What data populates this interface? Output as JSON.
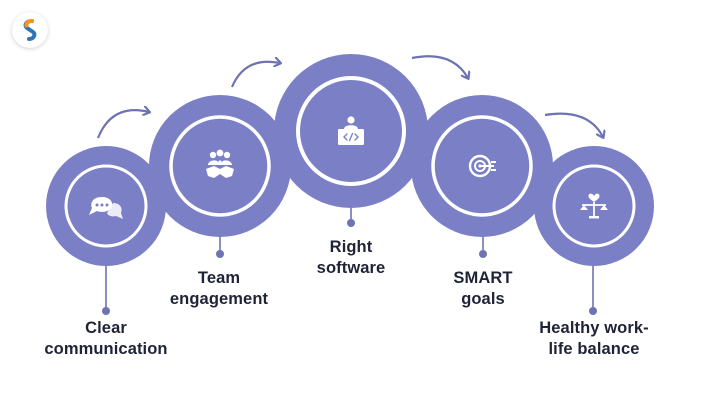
{
  "colors": {
    "circle": "#7b80c6",
    "ring": "#ffffff",
    "icon": "#7b80c6",
    "arrow": "#6e73b3",
    "text": "#1f2336",
    "logo_orange": "#f7941d",
    "logo_blue": "#2e75b6"
  },
  "brand": {
    "logo_icon": "brand-logo-icon"
  },
  "steps": [
    {
      "id": "communication",
      "icon": "chat-bubbles-icon",
      "line1": "Clear",
      "line2": "communication"
    },
    {
      "id": "engagement",
      "icon": "team-handshake-icon",
      "line1": "Team",
      "line2": "engagement"
    },
    {
      "id": "software",
      "icon": "developer-laptop-icon",
      "line1": "Right",
      "line2": "software"
    },
    {
      "id": "goals",
      "icon": "target-icon",
      "line1": "SMART",
      "line2": "goals"
    },
    {
      "id": "balance",
      "icon": "work-life-balance-icon",
      "line1": "Healthy work-",
      "line2": "life balance"
    }
  ]
}
